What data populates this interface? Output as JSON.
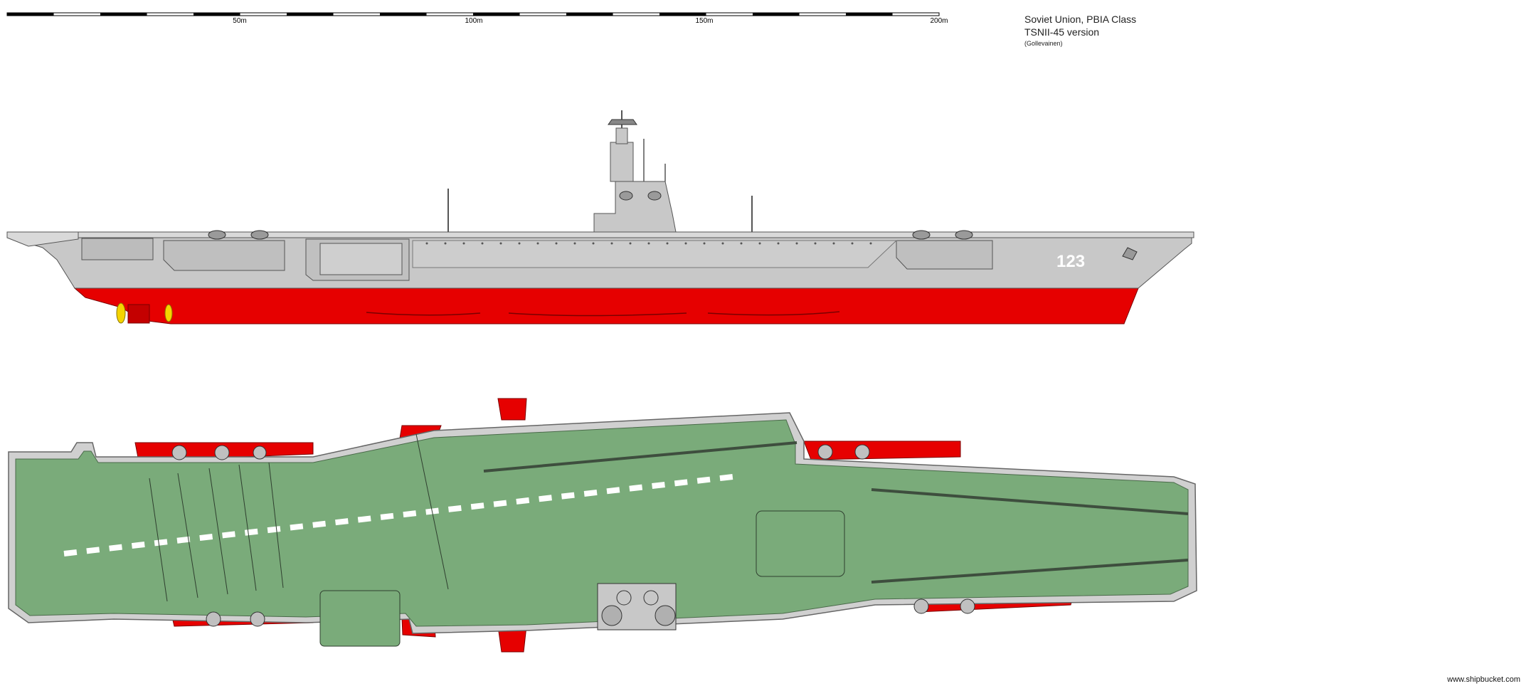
{
  "scale_bar": {
    "labels": [
      "50m",
      "100m",
      "150m",
      "200m"
    ]
  },
  "title": {
    "line1": "Soviet Union, PBIA Class",
    "line2": "TSNII-45 version",
    "author": "(Gollevainen)"
  },
  "profile": {
    "hull_number": "123"
  },
  "colors": {
    "hull_red": "#e60000",
    "superstructure_grey": "#c8c8c8",
    "deck_green": "#7aab7a",
    "outline": "#555555",
    "propeller_yellow": "#f5d400"
  },
  "watermark": "www.shipbucket.com"
}
